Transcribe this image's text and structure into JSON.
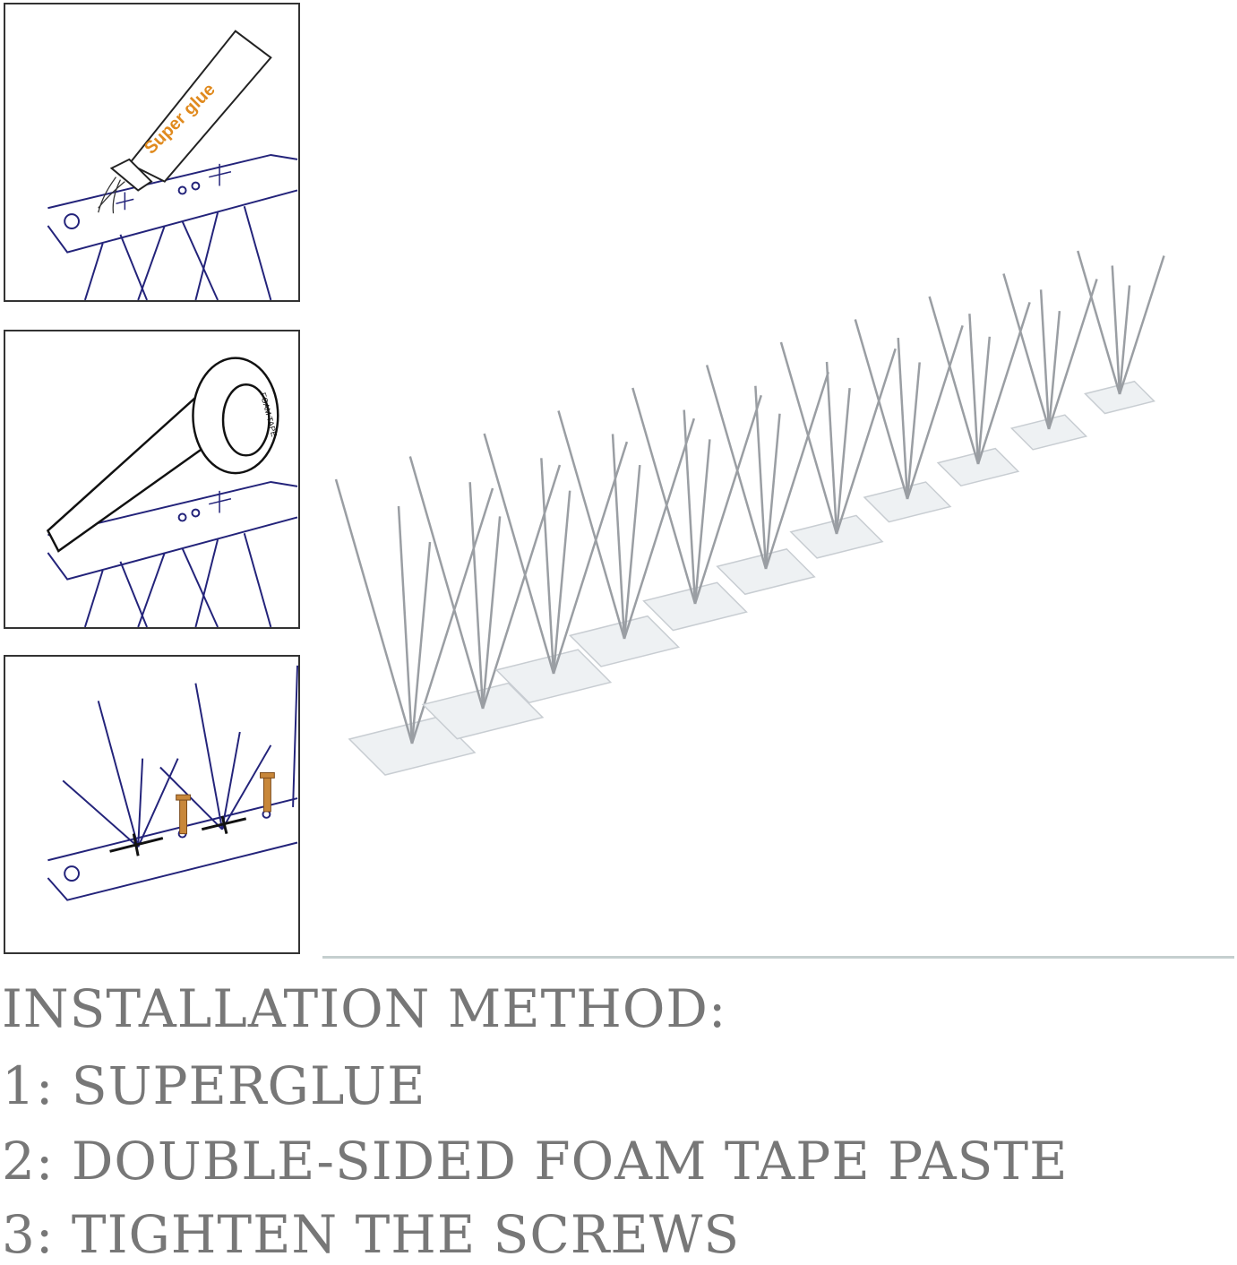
{
  "panels": [
    {
      "label": "Super glue"
    },
    {
      "label": "FOAM TAPE"
    },
    {
      "label": ""
    }
  ],
  "heading": "INSTALLATION METHOD:",
  "steps": [
    "1: SUPERGLUE",
    "2: DOUBLE-SIDED FOAM TAPE PASTE",
    "3: TIGHTEN THE SCREWS"
  ],
  "colors": {
    "line_art": "#23237a",
    "glue_text": "#e08a1e",
    "text": "#777777",
    "screw": "#c8873a"
  }
}
